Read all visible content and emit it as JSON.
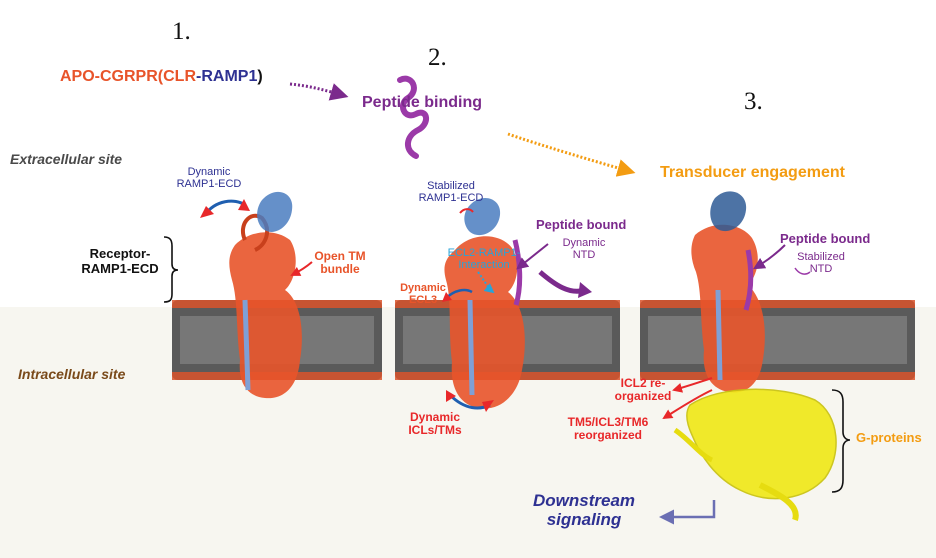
{
  "steps": [
    "1.",
    "2.",
    "3."
  ],
  "apo": {
    "prefix": "APO-CGRPR(",
    "clr": "CLR",
    "dash": "-",
    "ramp1": "RAMP1",
    "suffix": ")"
  },
  "peptide_binding": "Peptide binding",
  "transducer_engagement": "Transducer engagement",
  "extracellular_site": "Extracellular site",
  "intracellular_site": "Intracellular site",
  "receptor_ecd_line1": "Receptor-",
  "receptor_ecd_line2": "RAMP1-ECD",
  "dynamic_ramp1_line1": "Dynamic",
  "dynamic_ramp1_line2": "RAMP1-ECD",
  "open_tm_line1": "Open TM",
  "open_tm_line2": "bundle",
  "stabilized_ramp1_line1": "Stabilized",
  "stabilized_ramp1_line2": "RAMP1-ECD",
  "peptide_bound_2": "Peptide bound",
  "dynamic_ntd_line1": "Dynamic",
  "dynamic_ntd_line2": "NTD",
  "ecl2_line1": "ECL2-RAMP1-",
  "ecl2_line2": "Interaction",
  "dynamic_ecl3_line1": "Dynamic",
  "dynamic_ecl3_line2": "ECL3",
  "dynamic_icls_line1": "Dynamic",
  "dynamic_icls_line2": "ICLs/TMs",
  "peptide_bound_3": "Peptide bound",
  "stabilized_ntd_line1": "Stabilized",
  "stabilized_ntd_line2": "NTD",
  "icl2_line1": "ICL2 re-",
  "icl2_line2": "organized",
  "tm5_line1": "TM5/ICL3/TM6",
  "tm5_line2": "reorganized",
  "g_proteins": "G-proteins",
  "downstream_line1": "Downstream",
  "downstream_line2": "signaling",
  "colors": {
    "clr_orange": "#e8542a",
    "ramp_blue": "#2e3192",
    "peptide_purple": "#7b2a8c",
    "transducer_orange": "#f39c12",
    "annotation_red": "#e8282a",
    "interaction_cyan": "#29a3d8",
    "gprotein_yellow": "#f0e81a",
    "membrane_gray": "#6e6e6e",
    "intracellular_brown": "#7a4a1a",
    "band_bg": "#f7f6f0"
  }
}
